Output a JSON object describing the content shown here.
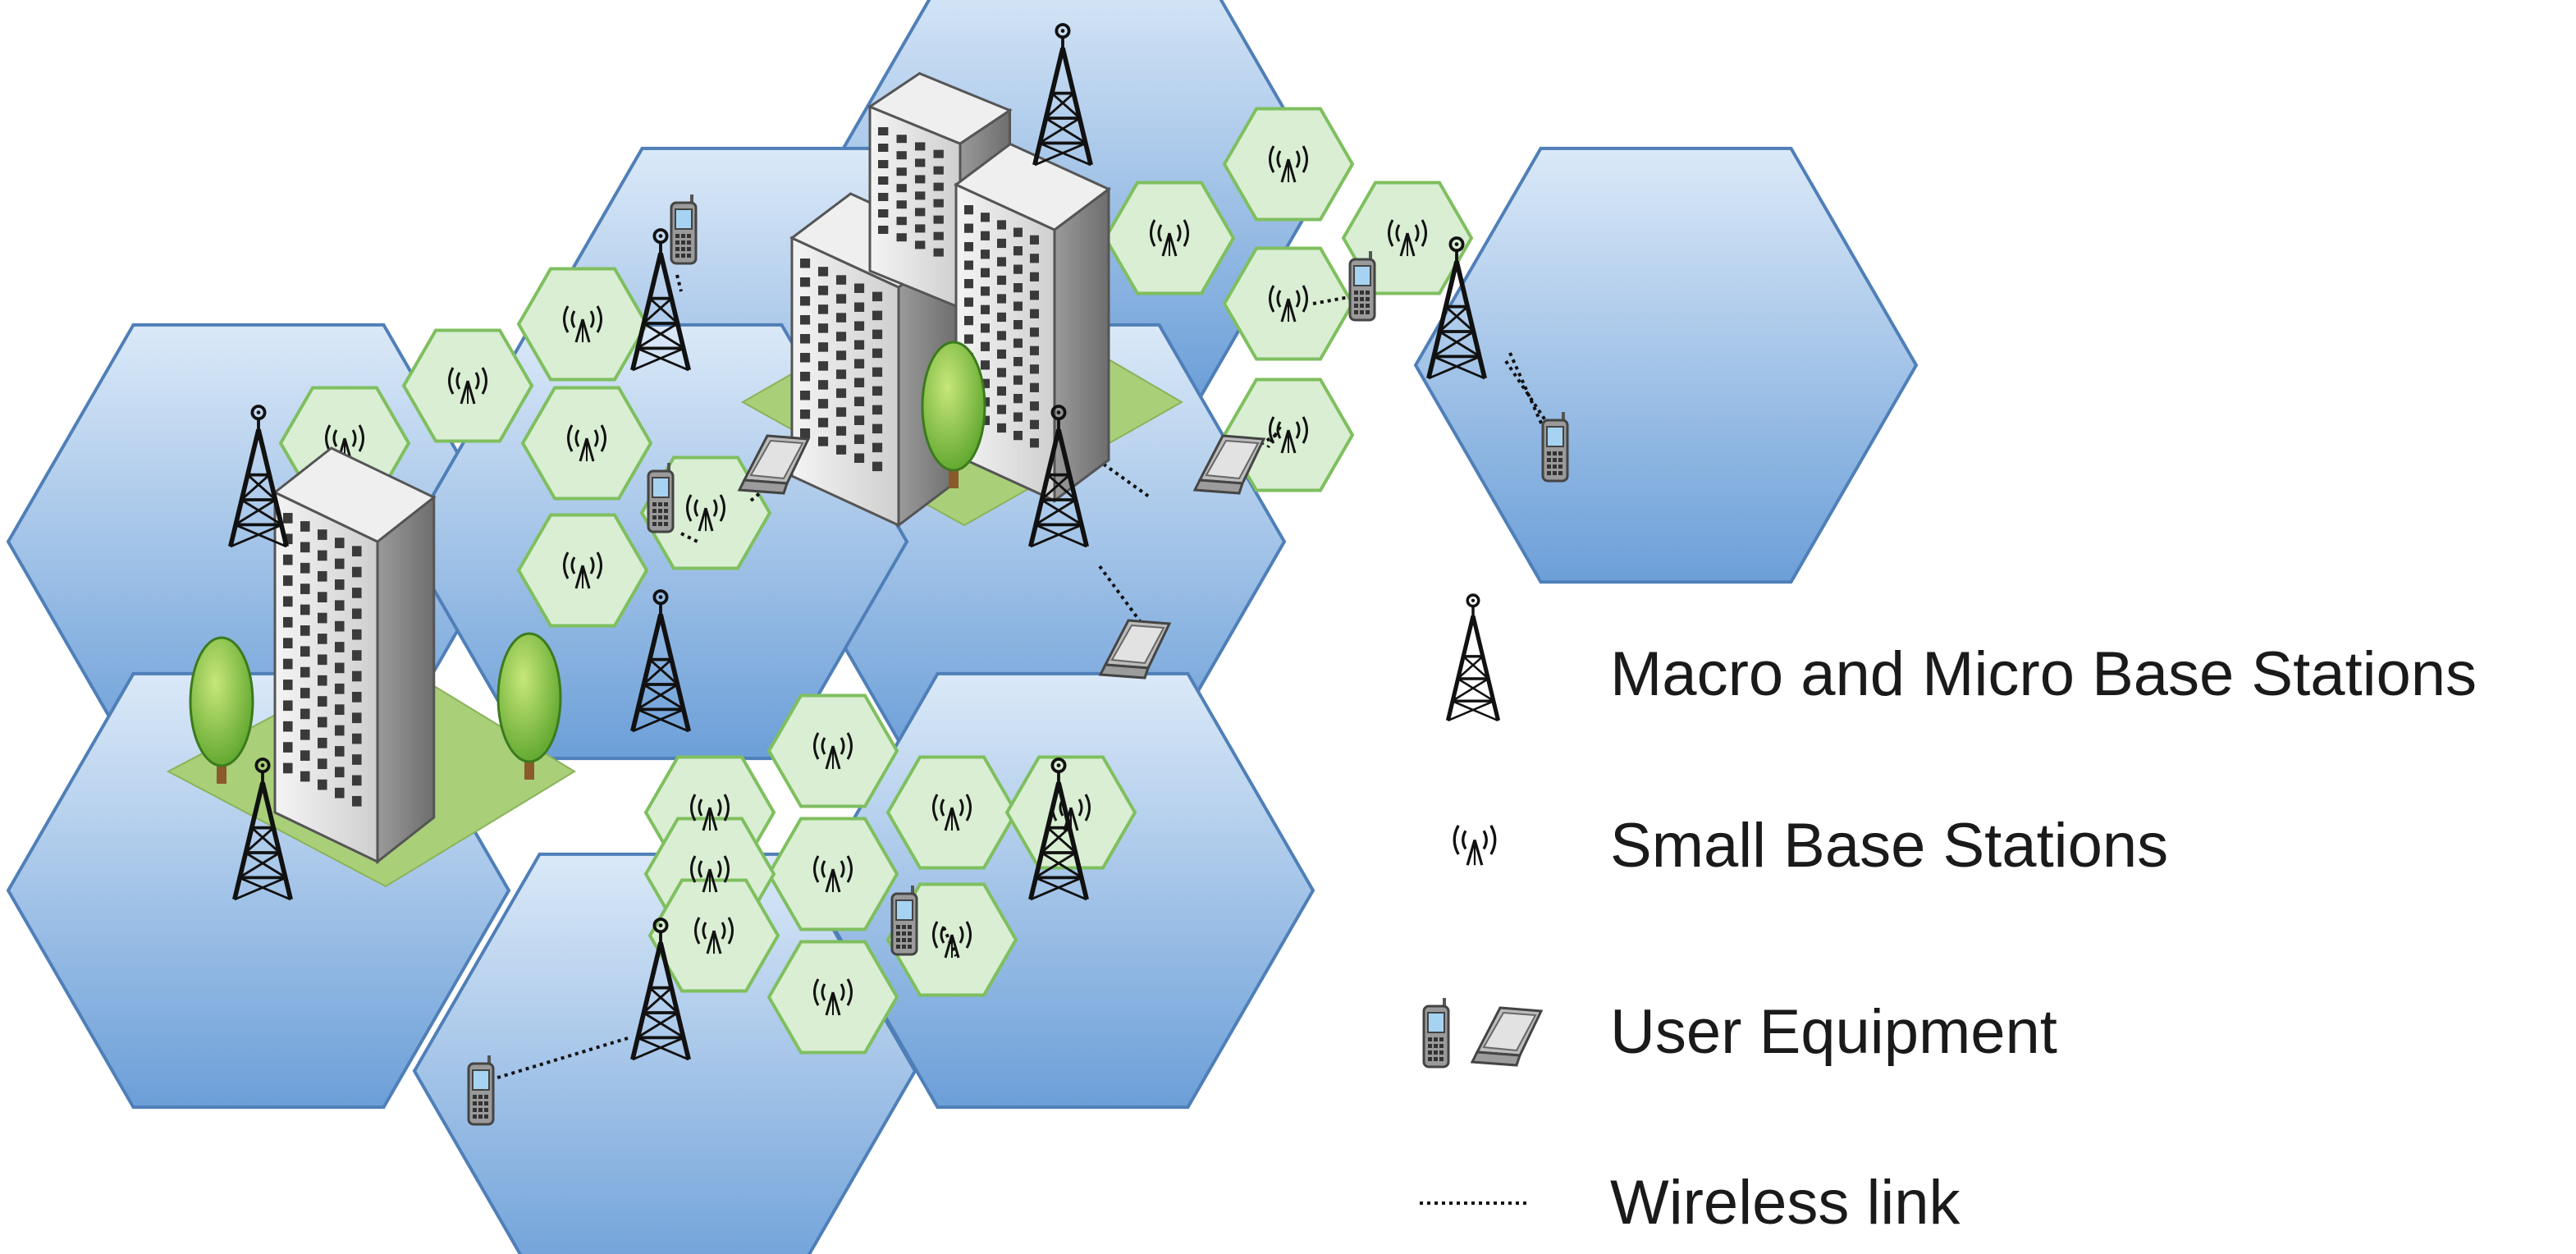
{
  "legend": {
    "macro_label": "Macro and Micro Base Stations",
    "small_label": "Small Base Stations",
    "ue_label": "User Equipment",
    "link_label": "Wireless link"
  },
  "colors": {
    "macro_cell_top": "#d6e6f7",
    "macro_cell_bottom": "#6fa1d9",
    "macro_cell_stroke": "#4f7fb8",
    "small_cell_fill": "#d9eed3",
    "small_cell_stroke": "#7fbf5f",
    "ground": "#a9cf79",
    "tree": "#8cc63f",
    "building": "#e8e8e8",
    "window": "#3a3a3a",
    "tower": "#111111"
  },
  "icons": {
    "macro": "cell-tower-icon",
    "small": "small-antenna-icon",
    "phone": "mobile-phone-icon",
    "laptop": "laptop-icon",
    "building": "office-building-icon",
    "tree": "tree-icon"
  }
}
